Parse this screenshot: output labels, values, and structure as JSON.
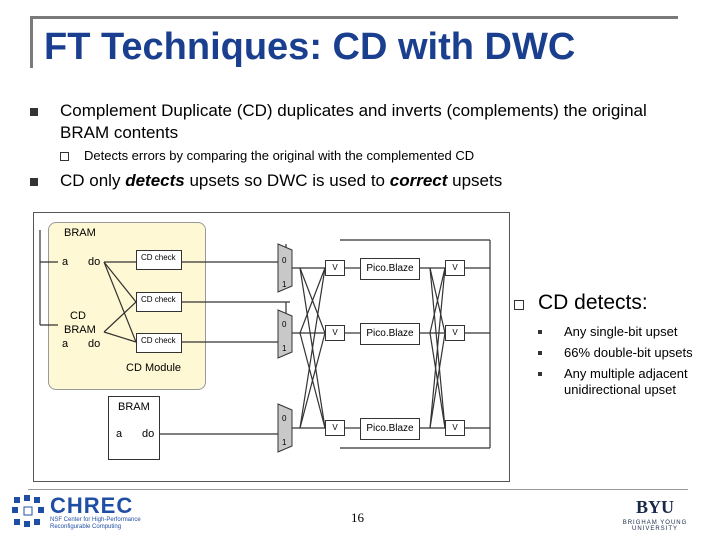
{
  "slide": {
    "title": "FT Techniques: CD with DWC",
    "bullets": [
      {
        "text": "Complement Duplicate (CD) duplicates and inverts (complements) the original BRAM contents"
      },
      {
        "text_parts": [
          "CD only ",
          "detects",
          " upsets so DWC is used to ",
          "correct",
          " upsets"
        ]
      }
    ],
    "sub_bullet": "Detects errors by comparing the original with the complemented CD",
    "page_number": "16"
  },
  "diagram": {
    "bram_top_label": "BRAM",
    "bram_top_ports": [
      "a",
      "do"
    ],
    "cd_bram_label_1": "CD",
    "cd_bram_label_2": "BRAM",
    "cd_bram_ports": [
      "a",
      "do"
    ],
    "cd_check": "CD check",
    "cd_module": "CD Module",
    "bram_bottom_label": "BRAM",
    "bram_bottom_ports": [
      "a",
      "do"
    ],
    "mux_inputs": [
      "0",
      "1"
    ],
    "voter": "V",
    "picoblaze": "Pico.Blaze"
  },
  "right_panel": {
    "heading": "CD detects:",
    "items": [
      "Any single-bit upset",
      "66% double-bit upsets",
      "Any multiple adjacent unidirectional upset"
    ]
  },
  "footer": {
    "logo_left_main": "CHREC",
    "logo_left_sub_1": "NSF Center for High-Performance",
    "logo_left_sub_2": "Reconfigurable Computing",
    "logo_right_main": "BYU",
    "logo_right_sub": "BRIGHAM YOUNG UNIVERSITY"
  },
  "colors": {
    "title": "#1a3f8f",
    "bram_fill": "#fff8d4",
    "chrec_blue": "#1f4fa5"
  }
}
